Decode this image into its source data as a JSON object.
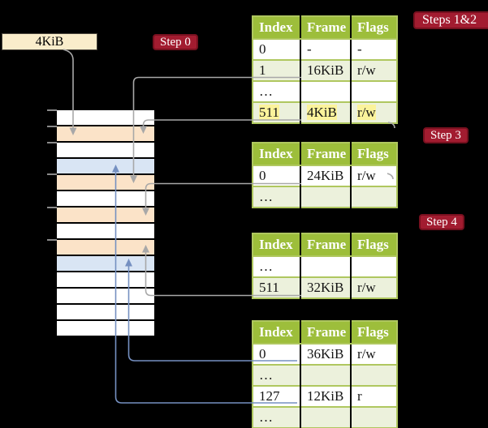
{
  "colors": {
    "bg": "#000000",
    "frame-box": "#faedcb",
    "badge-bg": "#a21c30",
    "badge-border": "#77101f",
    "table-header": "#9dbe3b",
    "table-border": "#afc75f",
    "row-green": "#ecf1dc",
    "highlight": "#fbf39b",
    "stack-orange": "#fbe3c8",
    "stack-blue": "#d9e5f4",
    "line-gray": "#a8a8a8",
    "line-blue": "#7590c1",
    "tick": "#8a8a8a"
  },
  "frame_label_box": {
    "label": "4KiB"
  },
  "step_badges": [
    {
      "label": "Step 0"
    },
    {
      "label": "Steps 1&2"
    },
    {
      "label": "Step 3"
    },
    {
      "label": "Step 4"
    }
  ],
  "page_tables": [
    {
      "id": "table-steps-1-2",
      "columns": [
        "Index",
        "Frame",
        "Flags"
      ],
      "rows": [
        {
          "cells": [
            "0",
            "-",
            "-"
          ],
          "shaded": false,
          "highlight": false
        },
        {
          "cells": [
            "1",
            "16KiB",
            "r/w"
          ],
          "shaded": true,
          "highlight": false
        },
        {
          "cells": [
            "…",
            "",
            ""
          ],
          "shaded": false,
          "highlight": false
        },
        {
          "cells": [
            "511",
            "4KiB",
            "r/w"
          ],
          "shaded": true,
          "highlight": true
        }
      ]
    },
    {
      "id": "table-step-3",
      "columns": [
        "Index",
        "Frame",
        "Flags"
      ],
      "rows": [
        {
          "cells": [
            "0",
            "24KiB",
            "r/w"
          ],
          "shaded": false,
          "highlight": false
        },
        {
          "cells": [
            "…",
            "",
            ""
          ],
          "shaded": true,
          "highlight": false
        }
      ]
    },
    {
      "id": "table-step-4",
      "columns": [
        "Index",
        "Frame",
        "Flags"
      ],
      "rows": [
        {
          "cells": [
            "…",
            "",
            ""
          ],
          "shaded": false,
          "highlight": false
        },
        {
          "cells": [
            "511",
            "32KiB",
            "r/w"
          ],
          "shaded": true,
          "highlight": false
        }
      ]
    },
    {
      "id": "table-final",
      "columns": [
        "Index",
        "Frame",
        "Flags"
      ],
      "rows": [
        {
          "cells": [
            "0",
            "36KiB",
            "r/w"
          ],
          "shaded": false,
          "highlight": false
        },
        {
          "cells": [
            "…",
            "",
            ""
          ],
          "shaded": true,
          "highlight": false
        },
        {
          "cells": [
            "127",
            "12KiB",
            "r"
          ],
          "shaded": false,
          "highlight": false
        },
        {
          "cells": [
            "…",
            "",
            ""
          ],
          "shaded": true,
          "highlight": false
        }
      ]
    }
  ],
  "memory_stack": {
    "rows": [
      {
        "type": "free"
      },
      {
        "type": "page-table"
      },
      {
        "type": "free"
      },
      {
        "type": "mapped-page"
      },
      {
        "type": "page-table"
      },
      {
        "type": "free"
      },
      {
        "type": "page-table"
      },
      {
        "type": "free"
      },
      {
        "type": "page-table"
      },
      {
        "type": "mapped-page"
      },
      {
        "type": "free"
      },
      {
        "type": "free"
      },
      {
        "type": "free"
      },
      {
        "type": "free"
      }
    ]
  }
}
